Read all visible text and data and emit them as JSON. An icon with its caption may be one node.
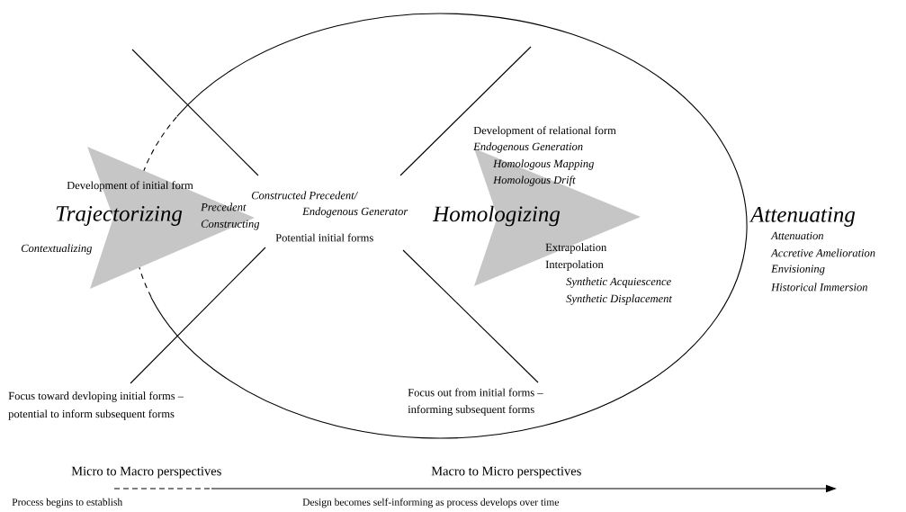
{
  "diagram": {
    "nodes": [
      {
        "text": [
          "Trajectorizing"
        ]
      },
      {
        "text": [
          "Homologizing"
        ]
      }
    ],
    "labels": [
      "Development of initial form",
      "Precedent",
      "Constructing",
      "Constructed Precedent/",
      "Endogenous Generator",
      "Potential initial forms",
      "Contextualizing",
      "Development of relational form",
      "Endogenous Generation",
      "Homologous Mapping",
      "Homologous Drift",
      "Attenuating",
      "Attenuation",
      "Accretive Amelioration",
      "Envisioning",
      "Historical Immersion",
      "Extrapolation",
      "Interpolation",
      "Synthetic Acquiescence",
      "Synthetic Displacement",
      "Focus toward devloping initial forms –",
      "potential to inform subsequent forms",
      "Focus out from initial forms –",
      "informing subsequent forms",
      "Micro to Macro perspectives",
      "Macro to Micro perspectives",
      "Process begins to establish",
      "Design becomes self-informing as process develops over time"
    ]
  }
}
